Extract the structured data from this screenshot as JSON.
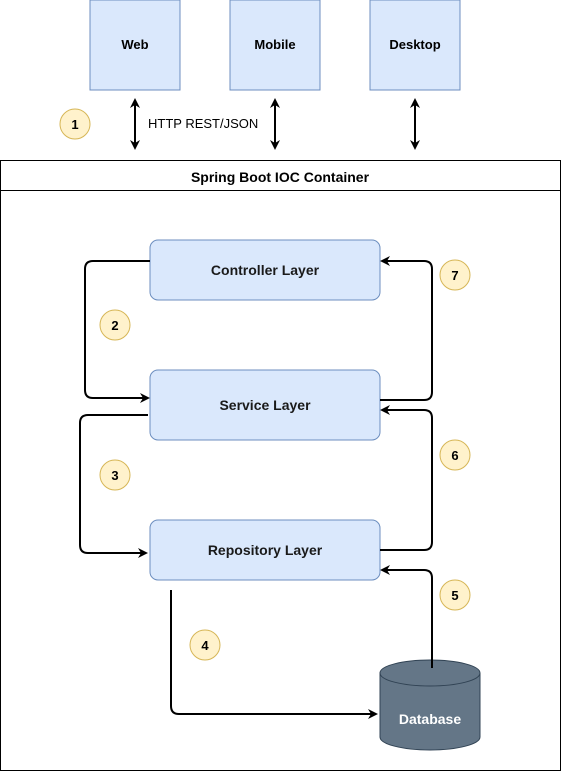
{
  "clients": [
    {
      "label": "Web"
    },
    {
      "label": "Mobile"
    },
    {
      "label": "Desktop"
    }
  ],
  "protocol_label": "HTTP REST/JSON",
  "container": {
    "title": "Spring Boot IOC Container"
  },
  "layers": {
    "controller": "Controller Layer",
    "service": "Service Layer",
    "repository": "Repository Layer"
  },
  "database": {
    "label": "Database"
  },
  "steps": [
    "1",
    "2",
    "3",
    "4",
    "5",
    "6",
    "7"
  ],
  "colors": {
    "box_fill": "#dae8fc",
    "box_stroke": "#6c8ebf",
    "badge_fill": "#fff2cc",
    "badge_stroke": "#d6b656",
    "database_fill": "#647687",
    "database_stroke": "#314354"
  }
}
